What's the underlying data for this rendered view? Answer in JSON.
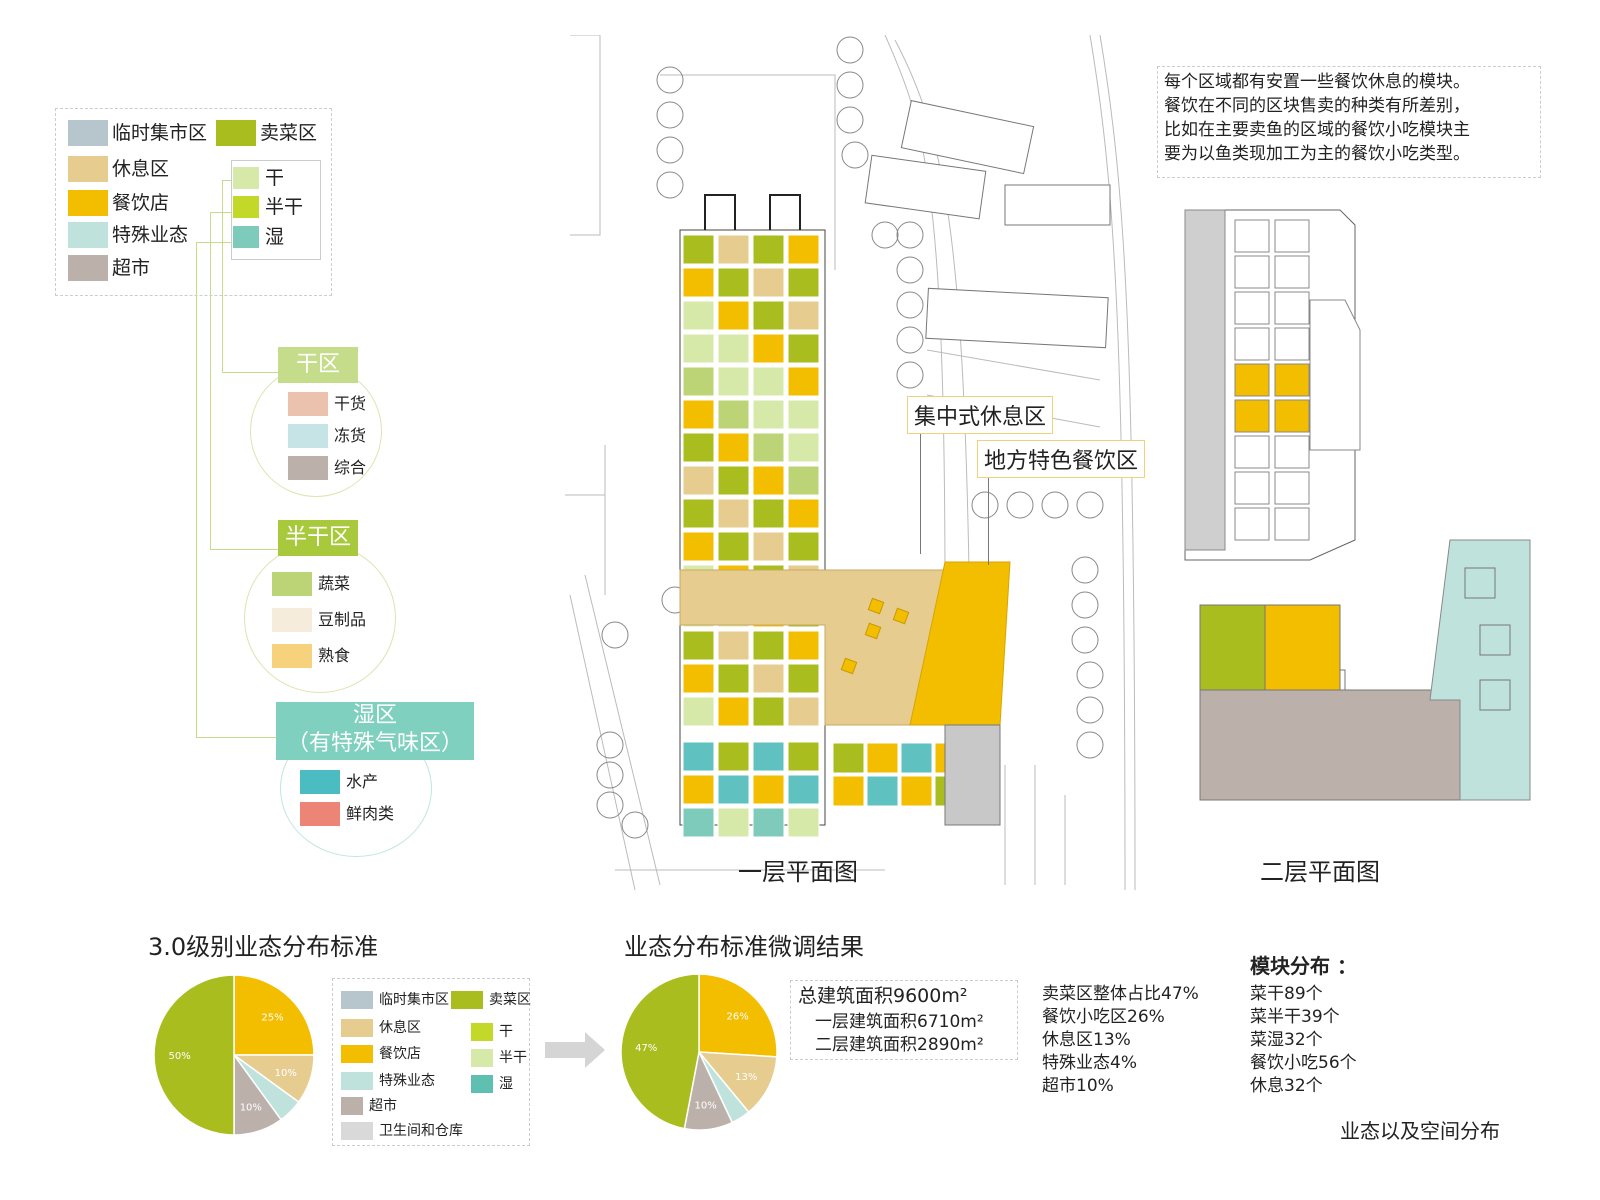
{
  "legend_main": {
    "items": [
      {
        "label": "临时集市区",
        "color": "#b7c6cc"
      },
      {
        "label": "卖菜区",
        "color": "#a9bd1f"
      },
      {
        "label": "休息区",
        "color": "#e6cc8f"
      },
      {
        "label": "餐饮店",
        "color": "#f3be00"
      },
      {
        "label": "特殊业态",
        "color": "#bfe3dc"
      },
      {
        "label": "超市",
        "color": "#bcb0aa"
      }
    ],
    "sub_items": [
      {
        "label": "干",
        "color": "#d7e9a8"
      },
      {
        "label": "半干",
        "color": "#c3d92a"
      },
      {
        "label": "湿",
        "color": "#7fcbbb"
      }
    ]
  },
  "zones": {
    "dry": {
      "title": "干区",
      "color": "#c5dc8a",
      "items": [
        {
          "label": "干货",
          "color": "#ebc2ad"
        },
        {
          "label": "冻货",
          "color": "#c6e3e6"
        },
        {
          "label": "综合",
          "color": "#bcb0aa"
        }
      ]
    },
    "semi": {
      "title": "半干区",
      "color": "#a9c93c",
      "items": [
        {
          "label": "蔬菜",
          "color": "#bcd475"
        },
        {
          "label": "豆制品",
          "color": "#f5ecdc"
        },
        {
          "label": "熟食",
          "color": "#f5d27b"
        }
      ]
    },
    "wet": {
      "title": "湿区",
      "subtitle": "（有特殊气味区）",
      "color": "#7fd0bf",
      "items": [
        {
          "label": "水产",
          "color": "#4bbdc2"
        },
        {
          "label": "鲜肉类",
          "color": "#ec8575"
        }
      ]
    }
  },
  "annotations": {
    "rest_area": "集中式休息区",
    "food_area": "地方特色餐饮区",
    "floor1": "一层平面图",
    "floor2": "二层平面图",
    "note_lines": [
      "每个区域都有安置一些餐饮休息的模块。",
      "餐饮在不同的区块售卖的种类有所差别，",
      "比如在主要卖鱼的区域的餐饮小吃模块主",
      "要为以鱼类现加工为主的餐饮小吃类型。"
    ]
  },
  "headings": {
    "standard": "3.0级别业态分布标准",
    "adjusted": "业态分布标准微调结果",
    "footer": "业态以及空间分布"
  },
  "legend_small": {
    "items": [
      {
        "label": "临时集市区",
        "color": "#b7c6cc"
      },
      {
        "label": "卖菜区",
        "color": "#a9bd1f"
      },
      {
        "label": "休息区",
        "color": "#e6cc8f"
      },
      {
        "label": "干",
        "color": "#c3d92a"
      },
      {
        "label": "餐饮店",
        "color": "#f3be00"
      },
      {
        "label": "半干",
        "color": "#d7e9a8"
      },
      {
        "label": "特殊业态",
        "color": "#bfe3dc"
      },
      {
        "label": "湿",
        "color": "#5fbfb0"
      },
      {
        "label": "超市",
        "color": "#bcb0aa"
      },
      {
        "label": "卫生间和仓库",
        "color": "#d9d9d9"
      }
    ]
  },
  "areas": {
    "total": "总建筑面积9600m²",
    "floor1": "一层建筑面积6710m²",
    "floor2": "二层建筑面积2890m²"
  },
  "ratios": [
    "卖菜区整体占比47%",
    "餐饮小吃区26%",
    "休息区13%",
    "特殊业态4%",
    "超市10%"
  ],
  "modules": {
    "title": "模块分布 ：",
    "items": [
      "菜干89个",
      "菜半干39个",
      "菜湿32个",
      "餐饮小吃56个",
      "休息32个"
    ]
  },
  "chart_data": [
    {
      "type": "pie",
      "title": "3.0级别业态分布标准",
      "slices": [
        {
          "label": "餐饮店",
          "value": 25,
          "color": "#f3be00",
          "text": "25%"
        },
        {
          "label": "休息区",
          "value": 10,
          "color": "#e6cc8f",
          "text": "10%"
        },
        {
          "label": "特殊业态",
          "value": 5,
          "color": "#bfe3dc",
          "text": ""
        },
        {
          "label": "超市",
          "value": 10,
          "color": "#bcb0aa",
          "text": "10%"
        },
        {
          "label": "卖菜区",
          "value": 50,
          "color": "#a9bd1f",
          "text": "50%"
        }
      ]
    },
    {
      "type": "pie",
      "title": "业态分布标准微调结果",
      "slices": [
        {
          "label": "餐饮店",
          "value": 26,
          "color": "#f3be00",
          "text": "26%"
        },
        {
          "label": "休息区",
          "value": 13,
          "color": "#e6cc8f",
          "text": "13%"
        },
        {
          "label": "特殊业态",
          "value": 4,
          "color": "#bfe3dc",
          "text": ""
        },
        {
          "label": "超市",
          "value": 10,
          "color": "#bcb0aa",
          "text": "10%"
        },
        {
          "label": "卖菜区",
          "value": 47,
          "color": "#a9bd1f",
          "text": "47%"
        }
      ]
    }
  ]
}
